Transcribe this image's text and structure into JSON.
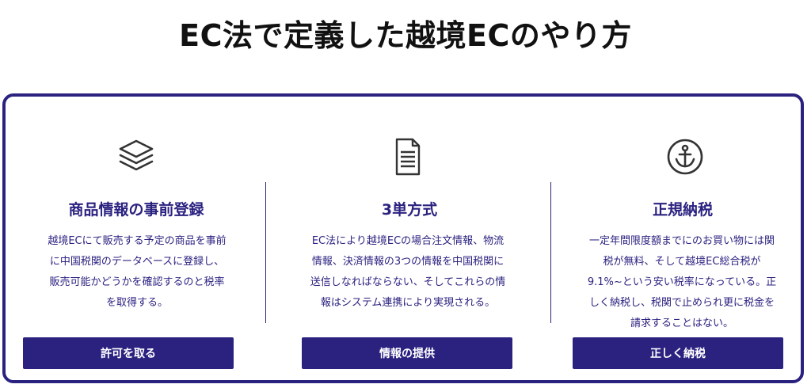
{
  "page": {
    "title": "EC法で定義した越境ECのやり方"
  },
  "columns": [
    {
      "icon": "stacked-layers-icon",
      "title": "商品情報の事前登録",
      "description": "越境ECにて販売する予定の商品を事前に中国税関のデータベースに登録し、販売可能かどうかを確認するのと税率を取得する。",
      "button_label": "許可を取る"
    },
    {
      "icon": "document-icon",
      "title": "3単方式",
      "description": "EC法により越境ECの場合注文情報、物流情報、決済情報の3つの情報を中国税関に送信しなればならない、そしてこれらの情報はシステム連携により実現される。",
      "button_label": "情報の提供"
    },
    {
      "icon": "anchor-icon",
      "title": "正規納税",
      "description": "一定年間限度額までにのお買い物には関税が無料、そして越境EC総合税が9.1%~という安い税率になっている。正しく納税し、税関で止められ更に税金を請求することはない。",
      "button_label": "正しく納税"
    }
  ],
  "colors": {
    "accent": "#2b2280",
    "title_text": "#111111",
    "icon_stroke": "#333333"
  }
}
